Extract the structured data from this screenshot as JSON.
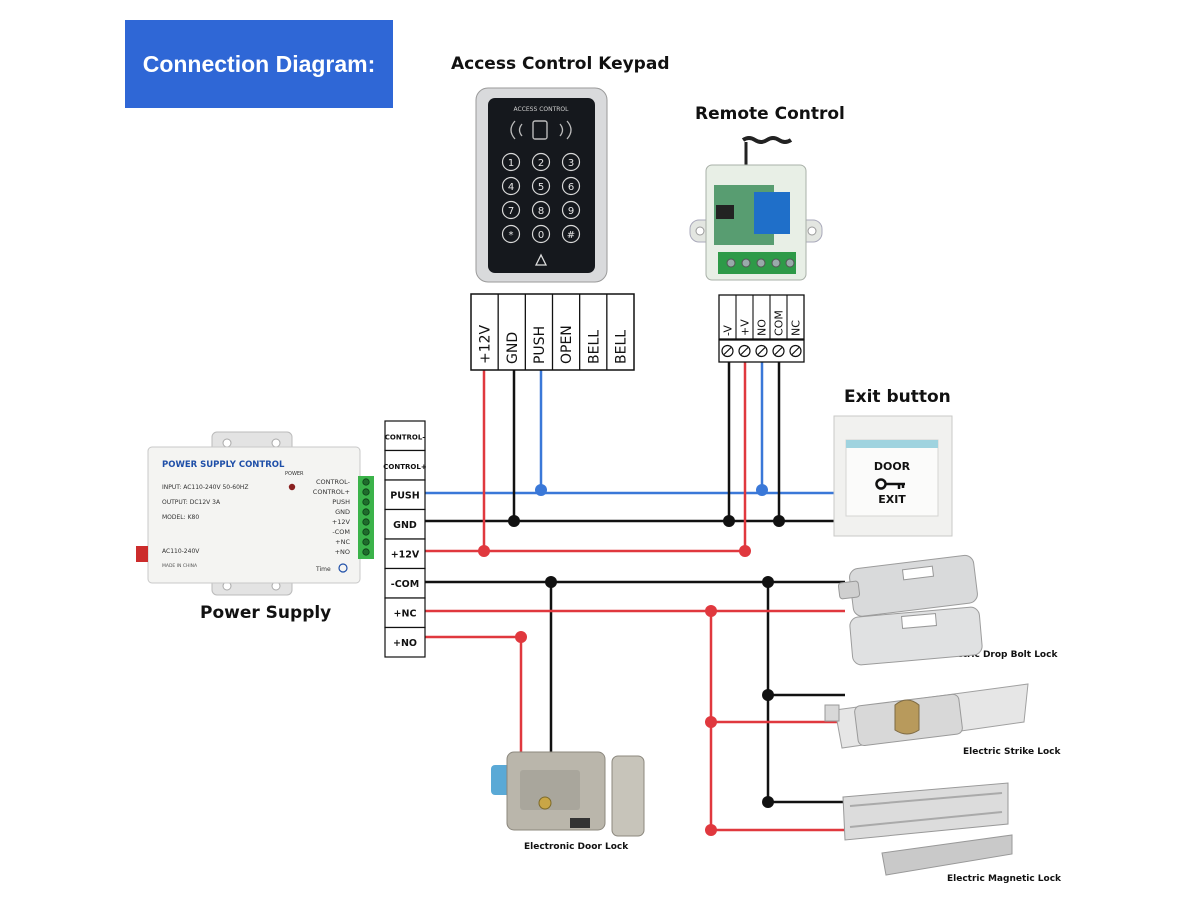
{
  "title": "Connection Diagram:",
  "devices": {
    "keypad": {
      "label": "Access Control Keypad",
      "brand": "ACCESS CONTROL",
      "keys": [
        "1",
        "2",
        "3",
        "4",
        "5",
        "6",
        "7",
        "8",
        "9",
        "*",
        "0",
        "#"
      ],
      "terminals": [
        "+12V",
        "GND",
        "PUSH",
        "OPEN",
        "BELL",
        "BELL"
      ]
    },
    "remote": {
      "label": "Remote Control",
      "terminals": [
        "-V",
        "+V",
        "NO",
        "COM",
        "NC"
      ]
    },
    "exit_button": {
      "label": "Exit button",
      "line1": "DOOR",
      "line2": "EXIT"
    },
    "power_supply": {
      "label": "Power Supply",
      "panel_title": "POWER SUPPLY CONTROL",
      "power_led": "POWER",
      "input": "INPUT: AC110-240V  50-60HZ",
      "output": "OUTPUT: DC12V  3A",
      "model": "MODEL: K80",
      "ac": "AC110-240V",
      "made": "MADE IN CHINA",
      "time": "Time",
      "terminal_labels": [
        "CONTROL-",
        "CONTROL+",
        "PUSH",
        "GND",
        "+12V",
        "-COM",
        "+NC",
        "+NO"
      ]
    },
    "terminal_block": [
      "CONTROL-",
      "CONTROL+",
      "PUSH",
      "GND",
      "+12V",
      "-COM",
      "+NC",
      "+NO"
    ],
    "door_lock": {
      "label": "Electronic Door Lock"
    },
    "drop_bolt": {
      "label": "Electric Drop Bolt Lock"
    },
    "strike": {
      "label": "Electric Strike Lock"
    },
    "magnetic": {
      "label": "Electric Magnetic Lock"
    }
  },
  "colors": {
    "title_bg": "#2f67d6",
    "wire_red": "#e0383e",
    "wire_black": "#111111",
    "wire_blue": "#3a78d8",
    "terminal_green": "#3bb34a"
  }
}
